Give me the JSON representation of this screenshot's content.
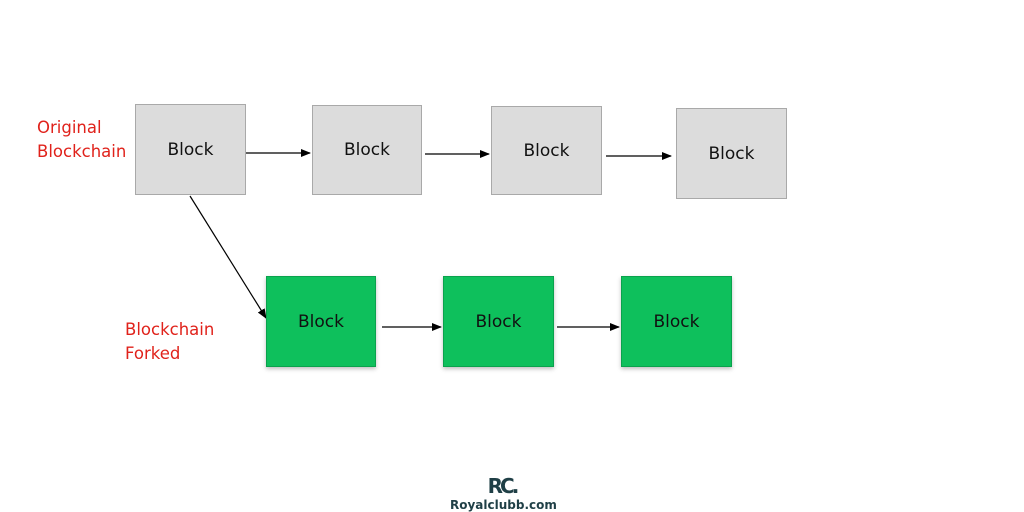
{
  "labels": {
    "original": "Original\nBlockchain",
    "forked": "Blockchain\nForked"
  },
  "colors": {
    "label_red": "#e0221b",
    "original_fill": "#dcdcdc",
    "forked_fill": "#0ec05c",
    "arrow": "#000000"
  },
  "original_chain": {
    "blocks": [
      {
        "label": "Block"
      },
      {
        "label": "Block"
      },
      {
        "label": "Block"
      },
      {
        "label": "Block"
      }
    ]
  },
  "forked_chain": {
    "blocks": [
      {
        "label": "Block"
      },
      {
        "label": "Block"
      },
      {
        "label": "Block"
      }
    ]
  },
  "logo": {
    "mark": "RC.",
    "text": "Royalclubb.com"
  }
}
